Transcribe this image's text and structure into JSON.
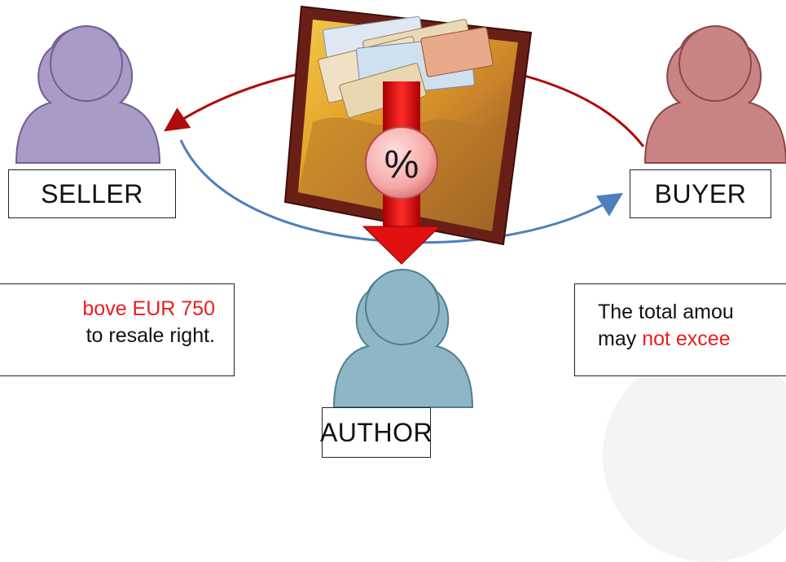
{
  "roles": {
    "seller": "SELLER",
    "buyer": "BUYER",
    "author": "AUTHOR"
  },
  "center": {
    "percent_symbol": "%"
  },
  "left_note": {
    "line1_red": "bove EUR 750",
    "line2": "to resale right."
  },
  "right_note": {
    "line1": "The total amou",
    "line2_prefix": "may ",
    "line2_red": "not excee"
  },
  "colors": {
    "seller_figure": "#a99ac6",
    "buyer_figure": "#c98383",
    "author_figure": "#8fb6c6",
    "red_arrow": "#b00a0a",
    "blue_arrow": "#4f7fbf",
    "royalty_arrow": "#e01010",
    "highlight_text": "#ee1c1c"
  },
  "icons": {
    "seller": "person-icon",
    "buyer": "person-icon",
    "author": "person-icon",
    "artwork": "painting-with-banknotes",
    "royalty": "percent-badge"
  }
}
